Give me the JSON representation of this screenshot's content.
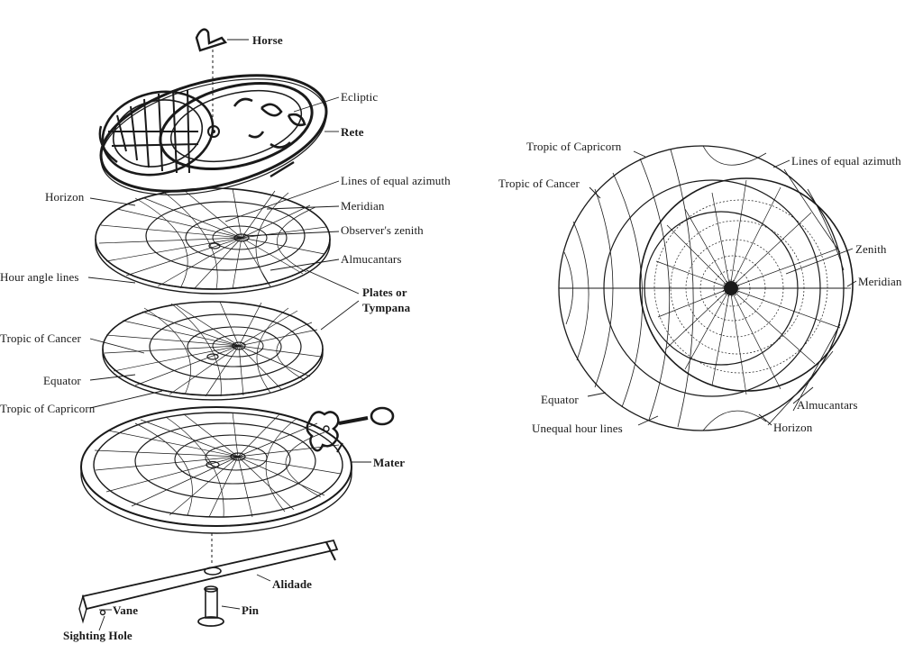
{
  "exploded_view": {
    "labels": {
      "horse": "Horse",
      "ecliptic": "Ecliptic",
      "rete": "Rete",
      "lines_equal_azimuth": "Lines of equal azimuth",
      "horizon": "Horizon",
      "meridian": "Meridian",
      "observers_zenith": "Observer's zenith",
      "hour_angle_lines": "Hour angle lines",
      "almucantars": "Almucantars",
      "plates_line1": "Plates or",
      "plates_line2": "Tympana",
      "tropic_cancer": "Tropic of Cancer",
      "equator": "Equator",
      "tropic_capricorn": "Tropic of Capricorn",
      "mater": "Mater",
      "alidade": "Alidade",
      "vane": "Vane",
      "pin": "Pin",
      "sighting_hole": "Sighting Hole"
    }
  },
  "plate_view": {
    "labels": {
      "tropic_capricorn": "Tropic of Capricorn",
      "tropic_cancer": "Tropic of Cancer",
      "lines_equal_azimuth": "Lines of equal azimuth",
      "zenith": "Zenith",
      "meridian": "Meridian",
      "equator": "Equator",
      "unequal_hour_lines": "Unequal hour lines",
      "almucantars": "Almucantars",
      "horizon": "Horizon"
    }
  }
}
